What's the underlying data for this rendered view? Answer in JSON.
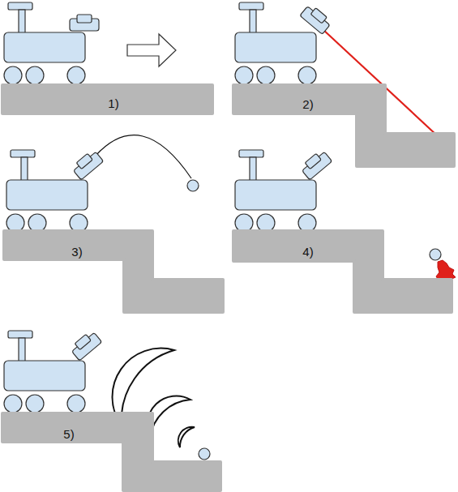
{
  "diagram": {
    "nodes": [
      {
        "text": [
          "1)"
        ]
      },
      {
        "text": [
          "2)"
        ]
      },
      {
        "text": [
          "3)"
        ]
      },
      {
        "text": [
          "4)"
        ]
      },
      {
        "text": [
          "5)"
        ]
      }
    ]
  }
}
